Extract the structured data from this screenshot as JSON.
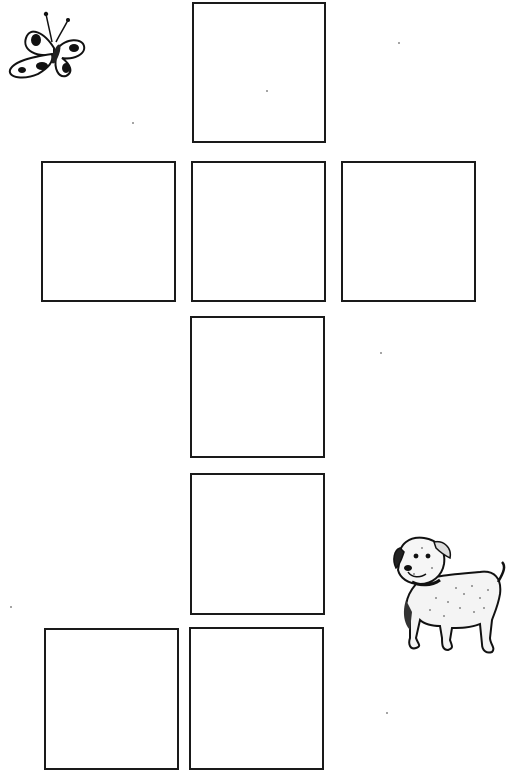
{
  "net": {
    "faces": [
      {
        "id": "top",
        "label": ""
      },
      {
        "id": "left",
        "label": ""
      },
      {
        "id": "center",
        "label": ""
      },
      {
        "id": "right",
        "label": ""
      },
      {
        "id": "middle",
        "label": ""
      },
      {
        "id": "lower",
        "label": ""
      },
      {
        "id": "bottom-left",
        "label": ""
      },
      {
        "id": "bottom-right",
        "label": ""
      }
    ]
  },
  "decorations": {
    "butterfly": "butterfly-clipart",
    "dog": "dog-clipart"
  },
  "colors": {
    "line": "#1a1a1a",
    "background": "#ffffff"
  }
}
